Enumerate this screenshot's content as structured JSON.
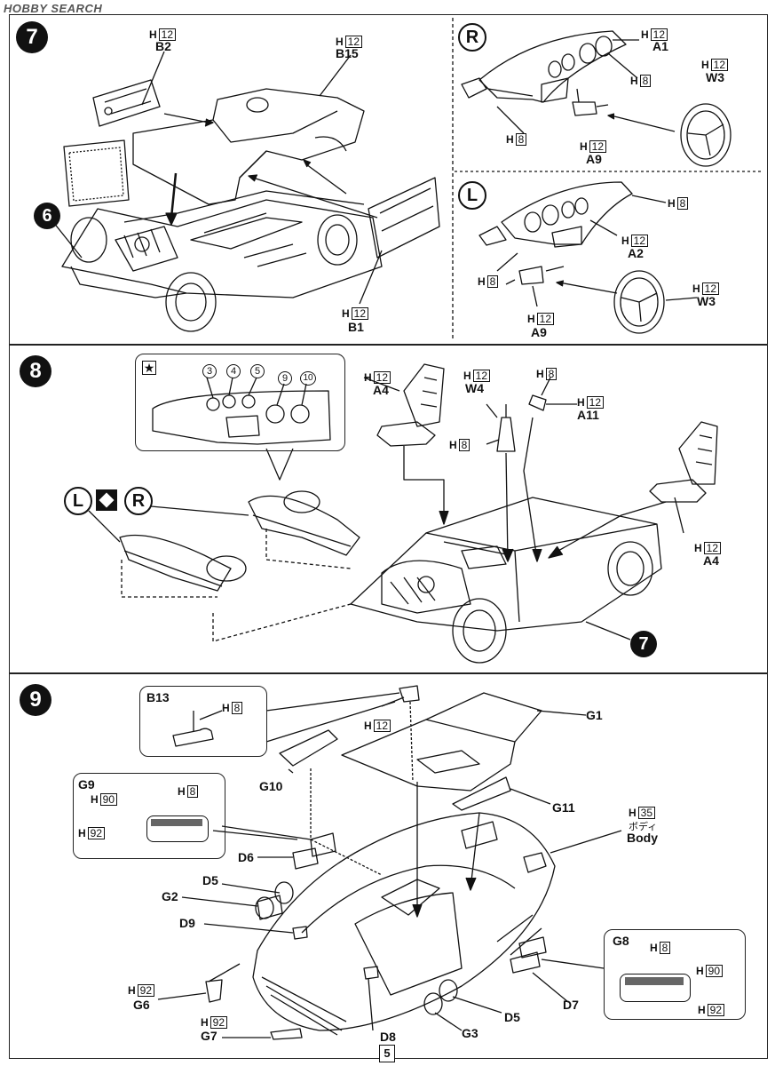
{
  "watermark": {
    "brand": "HOBBY SEARCH"
  },
  "page_number": "5",
  "step7": {
    "number": "7",
    "sub_number": "6",
    "labels": {
      "b2": "B2",
      "b15": "B15",
      "b1": "B1",
      "r_marker": "R",
      "l_marker": "L",
      "a1": "A1",
      "w3_r": "W3",
      "a9_r": "A9",
      "a2": "A2",
      "w3_l": "W3",
      "a9_l": "A9"
    },
    "codes": {
      "h": "H",
      "c12": "12",
      "c8": "8"
    }
  },
  "step8": {
    "number": "8",
    "sub_number": "7",
    "labels": {
      "a4_left": "A4",
      "a4_right": "A4",
      "w4": "W4",
      "a11": "A11",
      "l_marker": "L",
      "r_marker": "R"
    },
    "gauge_numbers": [
      "3",
      "4",
      "5",
      "9",
      "10"
    ]
  },
  "step9": {
    "number": "9",
    "labels": {
      "b13": "B13",
      "g1": "G1",
      "g10": "G10",
      "g11": "G11",
      "g9": "G9",
      "d6": "D6",
      "d5_top": "D5",
      "g2": "G2",
      "d9": "D9",
      "g6": "G6",
      "g7": "G7",
      "d8": "D8",
      "g3": "G3",
      "d5_bottom": "D5",
      "d7": "D7",
      "g8": "G8",
      "body": "Body",
      "body_jp": "ボディ"
    },
    "codes": {
      "c35": "35",
      "c90": "90",
      "c92": "92"
    }
  }
}
